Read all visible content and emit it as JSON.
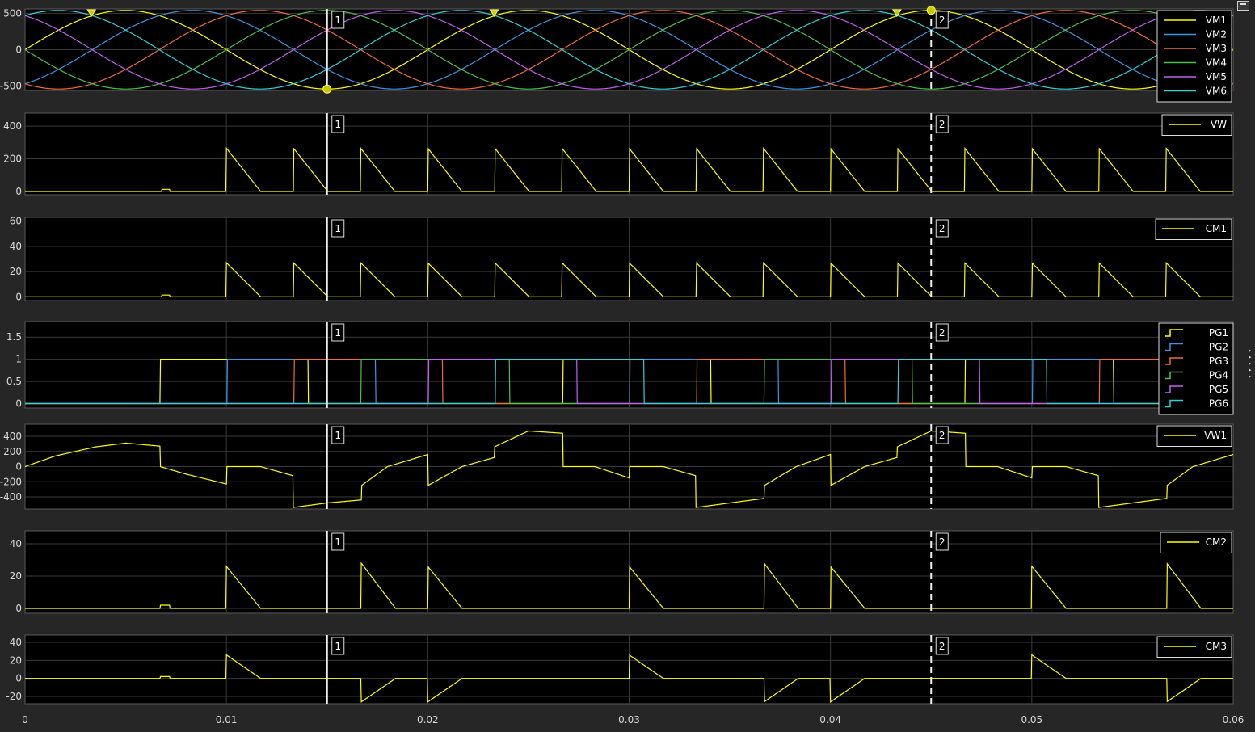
{
  "chart_data": {
    "type": "line",
    "xlim": [
      0,
      0.06
    ],
    "x_ticks": [
      0,
      0.01,
      0.02,
      0.03,
      0.04,
      0.05,
      0.06
    ],
    "x_tick_labels": [
      "0",
      "0.01",
      "0.02",
      "0.03",
      "0.04",
      "0.05",
      "0.06"
    ],
    "cursors": [
      {
        "label": "1",
        "x": 0.015,
        "style": "solid"
      },
      {
        "label": "2",
        "x": 0.045,
        "style": "dashed"
      }
    ],
    "panels": [
      {
        "id": "vm",
        "ylim": [
          -560,
          560
        ],
        "y_ticks": [
          -500,
          0,
          500
        ],
        "y_tick_labels": [
          "-500",
          "0",
          "500"
        ],
        "series": [
          {
            "name": "VM1",
            "color": "#ffff00",
            "amplitude": 540,
            "frequency_hz": 50,
            "phase_deg": 0
          },
          {
            "name": "VM2",
            "color": "#3c96e6",
            "amplitude": 540,
            "frequency_hz": 50,
            "phase_deg": -60
          },
          {
            "name": "VM3",
            "color": "#f26a3d",
            "amplitude": 540,
            "frequency_hz": 50,
            "phase_deg": -120
          },
          {
            "name": "VM4",
            "color": "#4cc24c",
            "amplitude": 540,
            "frequency_hz": 50,
            "phase_deg": 180
          },
          {
            "name": "VM5",
            "color": "#c45ef0",
            "amplitude": 540,
            "frequency_hz": 50,
            "phase_deg": 120
          },
          {
            "name": "VM6",
            "color": "#30d0d8",
            "amplitude": 540,
            "frequency_hz": 50,
            "phase_deg": 60
          }
        ],
        "peak_markers_x": [
          0.0033,
          0.0233,
          0.0433
        ]
      },
      {
        "id": "vw",
        "ylim": [
          -20,
          480
        ],
        "y_ticks": [
          0,
          200,
          400
        ],
        "y_tick_labels": [
          "0",
          "200",
          "400"
        ],
        "series": [
          {
            "name": "VW",
            "color": "#ffff00"
          }
        ]
      },
      {
        "id": "cm1",
        "ylim": [
          -3,
          63
        ],
        "y_ticks": [
          0,
          20,
          40,
          60
        ],
        "y_tick_labels": [
          "0",
          "20",
          "40",
          "60"
        ],
        "series": [
          {
            "name": "CM1",
            "color": "#ffff00"
          }
        ]
      },
      {
        "id": "pg",
        "ylim": [
          -0.1,
          1.85
        ],
        "y_ticks": [
          0,
          0.5,
          1,
          1.5
        ],
        "y_tick_labels": [
          "0",
          "0.5",
          "1",
          "1.5"
        ],
        "series": [
          {
            "name": "PG1",
            "color": "#ffff00"
          },
          {
            "name": "PG2",
            "color": "#3c96e6"
          },
          {
            "name": "PG3",
            "color": "#f26a3d"
          },
          {
            "name": "PG4",
            "color": "#4cc24c"
          },
          {
            "name": "PG5",
            "color": "#c45ef0"
          },
          {
            "name": "PG6",
            "color": "#30d0d8"
          }
        ]
      },
      {
        "id": "vw1",
        "ylim": [
          -560,
          560
        ],
        "y_ticks": [
          -400,
          -200,
          0,
          200,
          400
        ],
        "y_tick_labels": [
          "-400",
          "-200",
          "0",
          "200",
          "400"
        ],
        "series": [
          {
            "name": "VW1",
            "color": "#ffff00"
          }
        ]
      },
      {
        "id": "cm2",
        "ylim": [
          -3,
          48
        ],
        "y_ticks": [
          0,
          20,
          40
        ],
        "y_tick_labels": [
          "0",
          "20",
          "40"
        ],
        "series": [
          {
            "name": "CM2",
            "color": "#ffff00"
          }
        ]
      },
      {
        "id": "cm3",
        "ylim": [
          -28,
          48
        ],
        "y_ticks": [
          -20,
          0,
          20,
          40
        ],
        "y_tick_labels": [
          "-20",
          "0",
          "20",
          "40"
        ],
        "series": [
          {
            "name": "CM3",
            "color": "#ffff00"
          }
        ]
      }
    ]
  }
}
